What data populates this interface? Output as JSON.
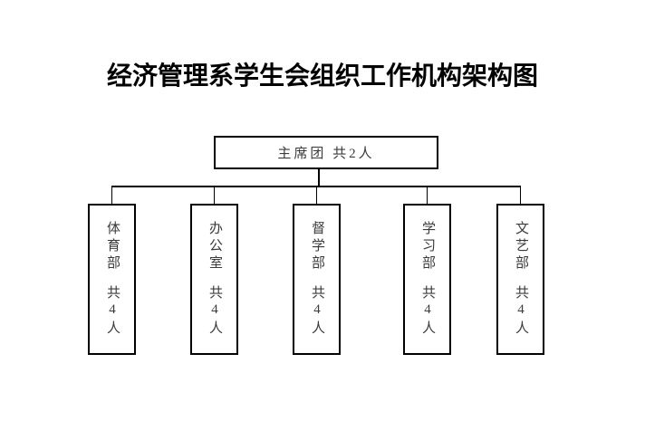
{
  "title": "经济管理系学生会组织工作机构架构图",
  "orgchart": {
    "root_label": "主席团 共2人",
    "departments": [
      {
        "name": "体育部",
        "count": "共4人"
      },
      {
        "name": "办公室",
        "count": "共4人"
      },
      {
        "name": "督学部",
        "count": "共4人"
      },
      {
        "name": "学习部",
        "count": "共4人"
      },
      {
        "name": "文艺部",
        "count": "共4人"
      }
    ]
  }
}
